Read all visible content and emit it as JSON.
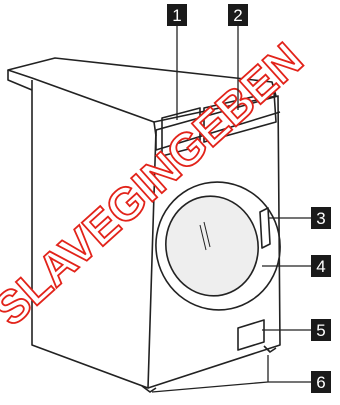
{
  "callouts": [
    {
      "number": "1",
      "part": "detergent-dispenser"
    },
    {
      "number": "2",
      "part": "control-panel"
    },
    {
      "number": "3",
      "part": "door-handle"
    },
    {
      "number": "4",
      "part": "door"
    },
    {
      "number": "5",
      "part": "rating-plate"
    },
    {
      "number": "6",
      "part": "adjustable-feet"
    }
  ],
  "watermark": "SLAVEGINGEBEN",
  "colors": {
    "label_bg": "#1a1a1a",
    "label_fg": "#ffffff",
    "line": "#222222",
    "door_glass": "#eeeeee",
    "watermark": "#ffffff"
  }
}
